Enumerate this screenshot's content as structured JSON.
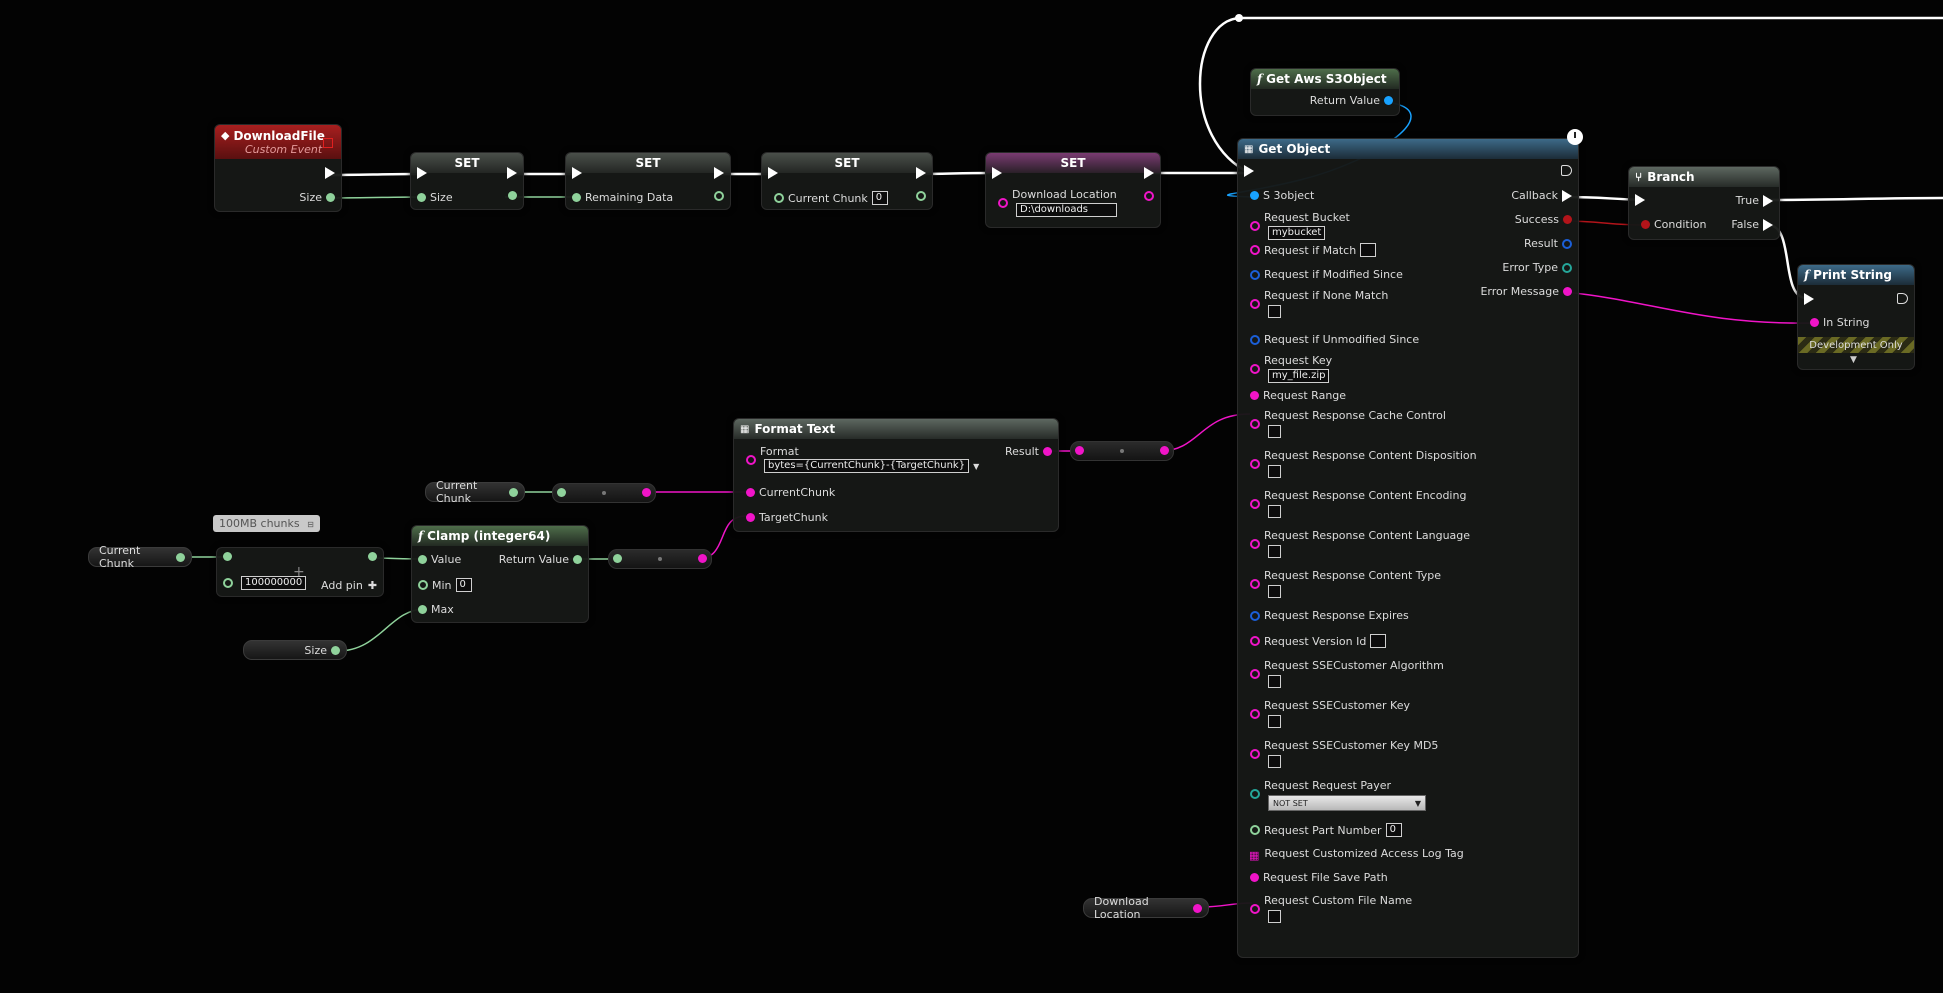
{
  "nodes": {
    "download_event": {
      "title": "DownloadFile",
      "subtitle": "Custom Event",
      "size_label": "Size"
    },
    "set1": {
      "title": "SET",
      "pin": "Size"
    },
    "set2": {
      "title": "SET",
      "pin": "Remaining Data"
    },
    "set3": {
      "title": "SET",
      "pin": "Current Chunk",
      "value": "0"
    },
    "set4": {
      "title": "SET",
      "pin": "Download Location",
      "value": "D:\\downloads"
    },
    "get_s3": {
      "title": "Get Aws S3Object",
      "pin": "Return Value"
    },
    "get_object": {
      "title": "Get Object",
      "inputs": [
        {
          "label": "S 3object",
          "kind": "b"
        },
        {
          "label": "Request Bucket",
          "kind": "mo",
          "value": "mybucket"
        },
        {
          "label": "Request if Match",
          "kind": "mo",
          "box": ""
        },
        {
          "label": "Request if Modified Since",
          "kind": "bo"
        },
        {
          "label": "Request if None Match",
          "kind": "mo",
          "check": true
        },
        {
          "label": "Request if Unmodified Since",
          "kind": "bo"
        },
        {
          "label": "Request Key",
          "kind": "mo",
          "value": "my_file.zip"
        },
        {
          "label": "Request Range",
          "kind": "m"
        },
        {
          "label": "Request Response Cache Control",
          "kind": "mo",
          "check": true
        },
        {
          "label": "Request Response Content Disposition",
          "kind": "mo",
          "check": true
        },
        {
          "label": "Request Response Content Encoding",
          "kind": "mo",
          "check": true
        },
        {
          "label": "Request Response Content Language",
          "kind": "mo",
          "check": true
        },
        {
          "label": "Request Response Content Type",
          "kind": "mo",
          "check": true
        },
        {
          "label": "Request Response Expires",
          "kind": "bo"
        },
        {
          "label": "Request Version Id",
          "kind": "mo",
          "box": ""
        },
        {
          "label": "Request SSECustomer Algorithm",
          "kind": "mo",
          "check": true
        },
        {
          "label": "Request SSECustomer Key",
          "kind": "mo",
          "check": true
        },
        {
          "label": "Request SSECustomer Key MD5",
          "kind": "mo",
          "check": true
        },
        {
          "label": "Request Request Payer",
          "kind": "to",
          "dropdown": "NOT SET"
        },
        {
          "label": "Request Part Number",
          "kind": "go",
          "box": "0"
        },
        {
          "label": "Request Customized Access Log Tag",
          "kind": "grid"
        },
        {
          "label": "Request File Save Path",
          "kind": "m"
        },
        {
          "label": "Request Custom File Name",
          "kind": "mo",
          "check": true
        }
      ],
      "outputs": [
        {
          "label": "Callback",
          "kind": "exec"
        },
        {
          "label": "Success",
          "kind": "r"
        },
        {
          "label": "Result",
          "kind": "bo"
        },
        {
          "label": "Error Type",
          "kind": "to"
        },
        {
          "label": "Error Message",
          "kind": "m"
        }
      ]
    },
    "branch": {
      "title": "Branch",
      "condition": "Condition",
      "true_label": "True",
      "false_label": "False"
    },
    "print": {
      "title": "Print String",
      "in_string": "In String",
      "dev_only": "Development Only"
    },
    "format_text": {
      "title": "Format Text",
      "format_label": "Format",
      "format_value": "bytes={CurrentChunk}-{TargetChunk}",
      "result": "Result",
      "pin1": "CurrentChunk",
      "pin2": "TargetChunk"
    },
    "clamp": {
      "title": "Clamp (integer64)",
      "value": "Value",
      "min": "Min",
      "min_value": "0",
      "max": "Max",
      "return_value": "Return Value"
    },
    "multiply": {
      "value": "100000000",
      "add_pin": "Add pin"
    },
    "comment": {
      "text": "100MB chunks"
    },
    "vars": {
      "current_chunk_1": "Current Chunk",
      "current_chunk_2": "Current Chunk",
      "size": "Size",
      "download_location": "Download Location"
    }
  },
  "colors": {
    "exec": "#ffffff",
    "int64": "#8fd29b",
    "string": "#f014c8",
    "object": "#18a2ff",
    "bool": "#b3141a",
    "enum": "#25a79a"
  },
  "icons": {
    "event": "event-diamond-icon",
    "function": "function-f-icon",
    "branch": "branch-icon",
    "latent": "clock-icon"
  }
}
